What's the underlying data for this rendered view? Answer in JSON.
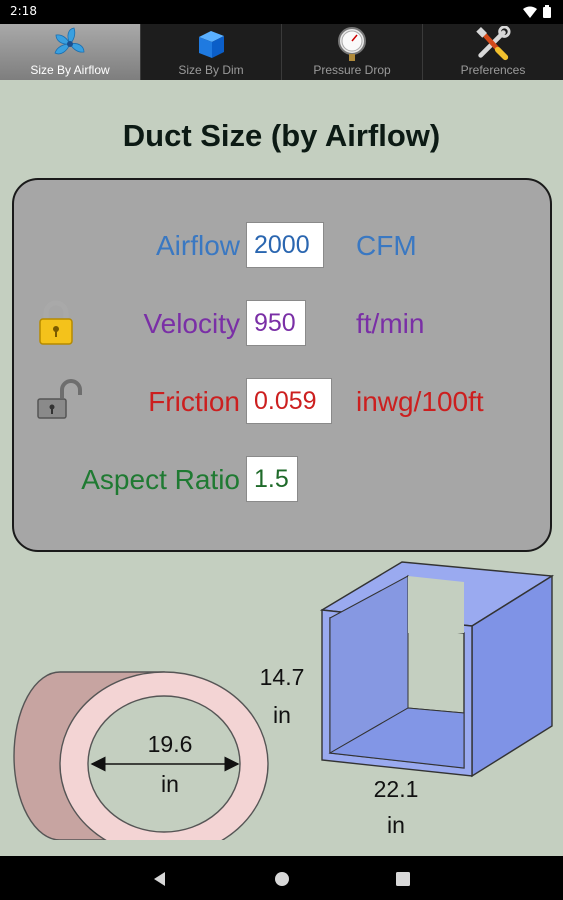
{
  "status": {
    "time": "2:18"
  },
  "tabs": [
    {
      "label": "Size By Airflow",
      "icon": "fan-icon",
      "active": true
    },
    {
      "label": "Size By Dim",
      "icon": "cube-icon",
      "active": false
    },
    {
      "label": "Pressure Drop",
      "icon": "gauge-icon",
      "active": false
    },
    {
      "label": "Preferences",
      "icon": "tools-icon",
      "active": false
    }
  ],
  "title": "Duct Size (by Airflow)",
  "fields": {
    "airflow": {
      "label": "Airflow",
      "value": "2000",
      "unit": "CFM",
      "color": "#3a78c2"
    },
    "velocity": {
      "label": "Velocity",
      "value": "950",
      "unit": "ft/min",
      "color": "#7a2fa6",
      "locked": true
    },
    "friction": {
      "label": "Friction",
      "value": "0.059",
      "unit": "inwg/100ft",
      "color": "#cc1f1f",
      "locked": false
    },
    "aspect": {
      "label": "Aspect Ratio",
      "value": "1.5",
      "color": "#1f7a32"
    }
  },
  "round_duct": {
    "diameter": "19.6",
    "unit": "in"
  },
  "rect_duct": {
    "height": "14.7",
    "width": "22.1",
    "unit": "in"
  },
  "colors": {
    "background": "#c4cfc0",
    "panel": "#a6a6a6",
    "duct_round": "#f2cfcf",
    "duct_rect": "#8a9ee6"
  }
}
